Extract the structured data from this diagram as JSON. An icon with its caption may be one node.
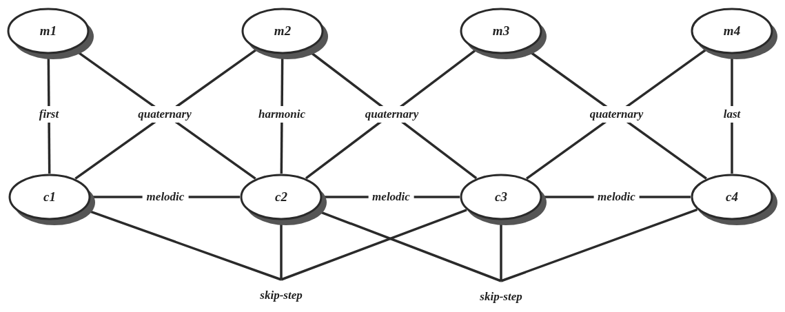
{
  "diagram": {
    "nodes": [
      {
        "text": [
          "m1"
        ]
      },
      {
        "text": [
          "m2"
        ]
      },
      {
        "text": [
          "m3"
        ]
      },
      {
        "text": [
          "m4"
        ]
      },
      {
        "text": [
          "c1"
        ]
      },
      {
        "text": [
          "c2"
        ]
      },
      {
        "text": [
          "c3"
        ]
      },
      {
        "text": [
          "c4"
        ]
      },
      {
        "text": [
          "skip-step"
        ]
      },
      {
        "text": [
          "skip-step"
        ]
      }
    ],
    "edges": [
      {
        "from": 0,
        "to": 4,
        "arrow": "none",
        "label": "first"
      },
      {
        "from": 0,
        "to": 5,
        "arrow": "none",
        "label": "quaternary"
      },
      {
        "from": 1,
        "to": 4,
        "arrow": "none"
      },
      {
        "from": 1,
        "to": 5,
        "arrow": "none",
        "label": "harmonic"
      },
      {
        "from": 1,
        "to": 6,
        "arrow": "none",
        "label": "quaternary"
      },
      {
        "from": 2,
        "to": 5,
        "arrow": "none"
      },
      {
        "from": 2,
        "to": 7,
        "arrow": "none",
        "label": "quaternary"
      },
      {
        "from": 3,
        "to": 6,
        "arrow": "none"
      },
      {
        "from": 3,
        "to": 7,
        "arrow": "none",
        "label": "last"
      },
      {
        "from": 4,
        "to": 5,
        "arrow": "none",
        "label": "melodic"
      },
      {
        "from": 5,
        "to": 6,
        "arrow": "none",
        "label": "melodic"
      },
      {
        "from": 6,
        "to": 7,
        "arrow": "none",
        "label": "melodic"
      },
      {
        "from": 4,
        "to": 8,
        "arrow": "none"
      },
      {
        "from": 5,
        "to": 8,
        "arrow": "none"
      },
      {
        "from": 6,
        "to": 8,
        "arrow": "none"
      },
      {
        "from": 5,
        "to": 9,
        "arrow": "none"
      },
      {
        "from": 6,
        "to": 9,
        "arrow": "none"
      },
      {
        "from": 7,
        "to": 9,
        "arrow": "none"
      }
    ]
  }
}
